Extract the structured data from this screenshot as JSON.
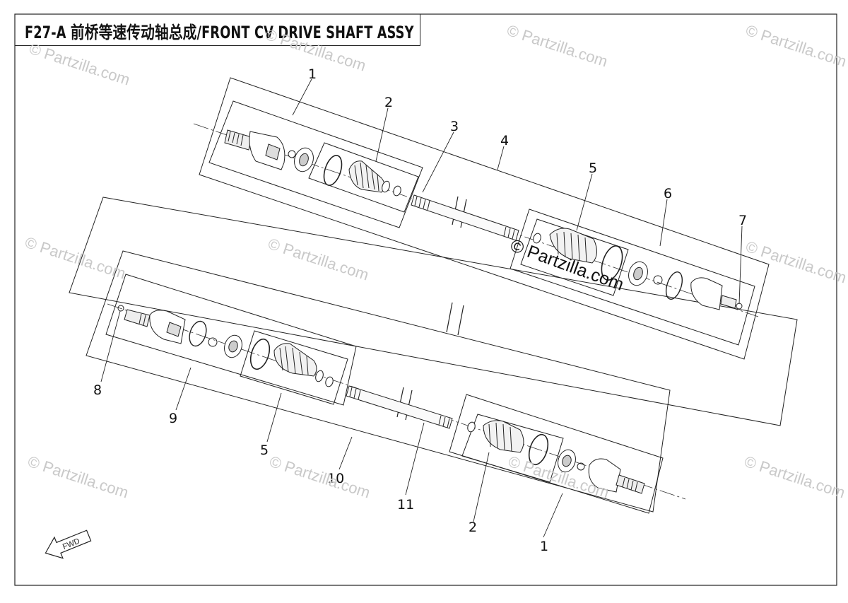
{
  "title": "F27-A 前桥等速传动轴总成/FRONT CV DRIVE SHAFT ASSY",
  "watermark": "© Partzilla.com",
  "fwd_label": "FWD",
  "callouts": {
    "c1_top": "1",
    "c2_top": "2",
    "c3": "3",
    "c4": "4",
    "c5_top": "5",
    "c6": "6",
    "c7": "7",
    "c8": "8",
    "c9": "9",
    "c5_bot": "5",
    "c10": "10",
    "c11": "11",
    "c2_bot": "2",
    "c1_bot": "1"
  }
}
